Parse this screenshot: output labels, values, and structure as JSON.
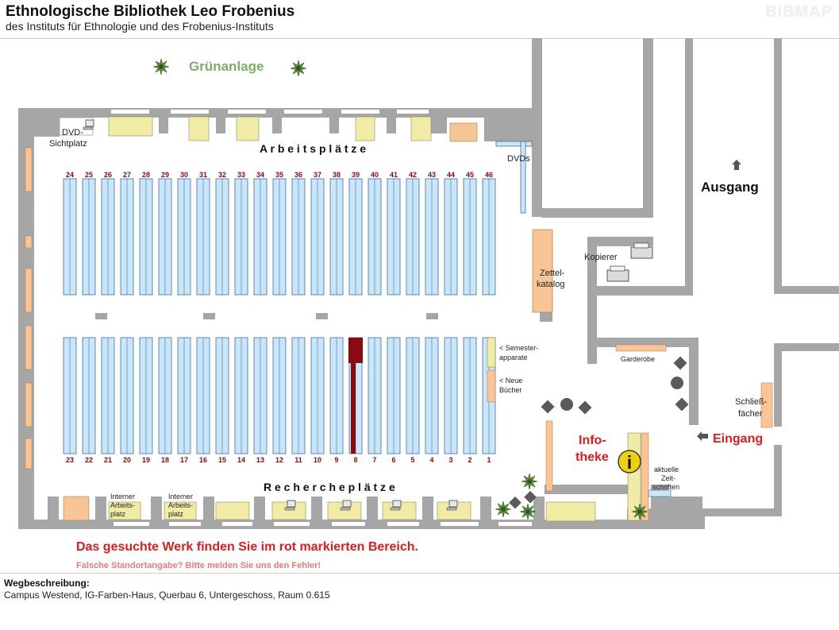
{
  "header": {
    "title": "Ethnologische Bibliothek Leo Frobenius",
    "subtitle": "des Instituts für Ethnologie und des Frobenius-Instituts",
    "brand": "BIBMAP"
  },
  "map": {
    "garden_label": "Grünanlage",
    "dvd_place": [
      "DVD-",
      "Sichtplatz"
    ],
    "work_places": "A r b e i t s p l ä t z e",
    "research_places": "R e c h e r c h e p l ä t z e",
    "dvds": "DVDs",
    "exit": "Ausgang",
    "entrance": "Eingang",
    "copier": "Kopierer",
    "card_catalog": [
      "Zettel-",
      "katalog"
    ],
    "semester": [
      "< Semester-",
      "apparate"
    ],
    "new_books": [
      "< Neue",
      "Bücher"
    ],
    "wardrobe": "Garderobe",
    "lockers": [
      "Schließ-",
      "fächer"
    ],
    "info_desk": [
      "Info-",
      "theke"
    ],
    "info_symbol": "i",
    "journals": [
      "aktuelle",
      "Zeit-",
      "schriften"
    ],
    "internal_workplace": [
      "Interner",
      "Arbeits-",
      "platz"
    ],
    "top_numbers": [
      "24",
      "25",
      "26",
      "27",
      "28",
      "29",
      "30",
      "31",
      "32",
      "33",
      "34",
      "35",
      "36",
      "37",
      "38",
      "39",
      "40",
      "41",
      "42",
      "43",
      "44",
      "45",
      "46"
    ],
    "bottom_numbers": [
      "23",
      "22",
      "21",
      "20",
      "19",
      "18",
      "17",
      "16",
      "15",
      "14",
      "13",
      "12",
      "11",
      "10",
      "9",
      "8",
      "7",
      "6",
      "5",
      "4",
      "3",
      "2",
      "1"
    ],
    "highlight_shelf": "8",
    "message": "Das gesuchte Werk finden Sie im rot markierten Bereich.",
    "error_report": "Falsche Standortangabe? Bitte melden Sie uns den Fehler!",
    "colors": {
      "wall": "#a6a6a6",
      "shelf": "#c9e6fb",
      "shelf_border": "#3f6f99",
      "highlight": "#8b0a12",
      "desk": "#f1eca5",
      "orange": "#f9c595",
      "red_text": "#e21b1b",
      "green": "#7dae6a"
    }
  },
  "route": {
    "title": "Wegbeschreibung:",
    "text": "Campus Westend, IG-Farben-Haus, Querbau 6, Untergeschoss, Raum 0.615"
  }
}
